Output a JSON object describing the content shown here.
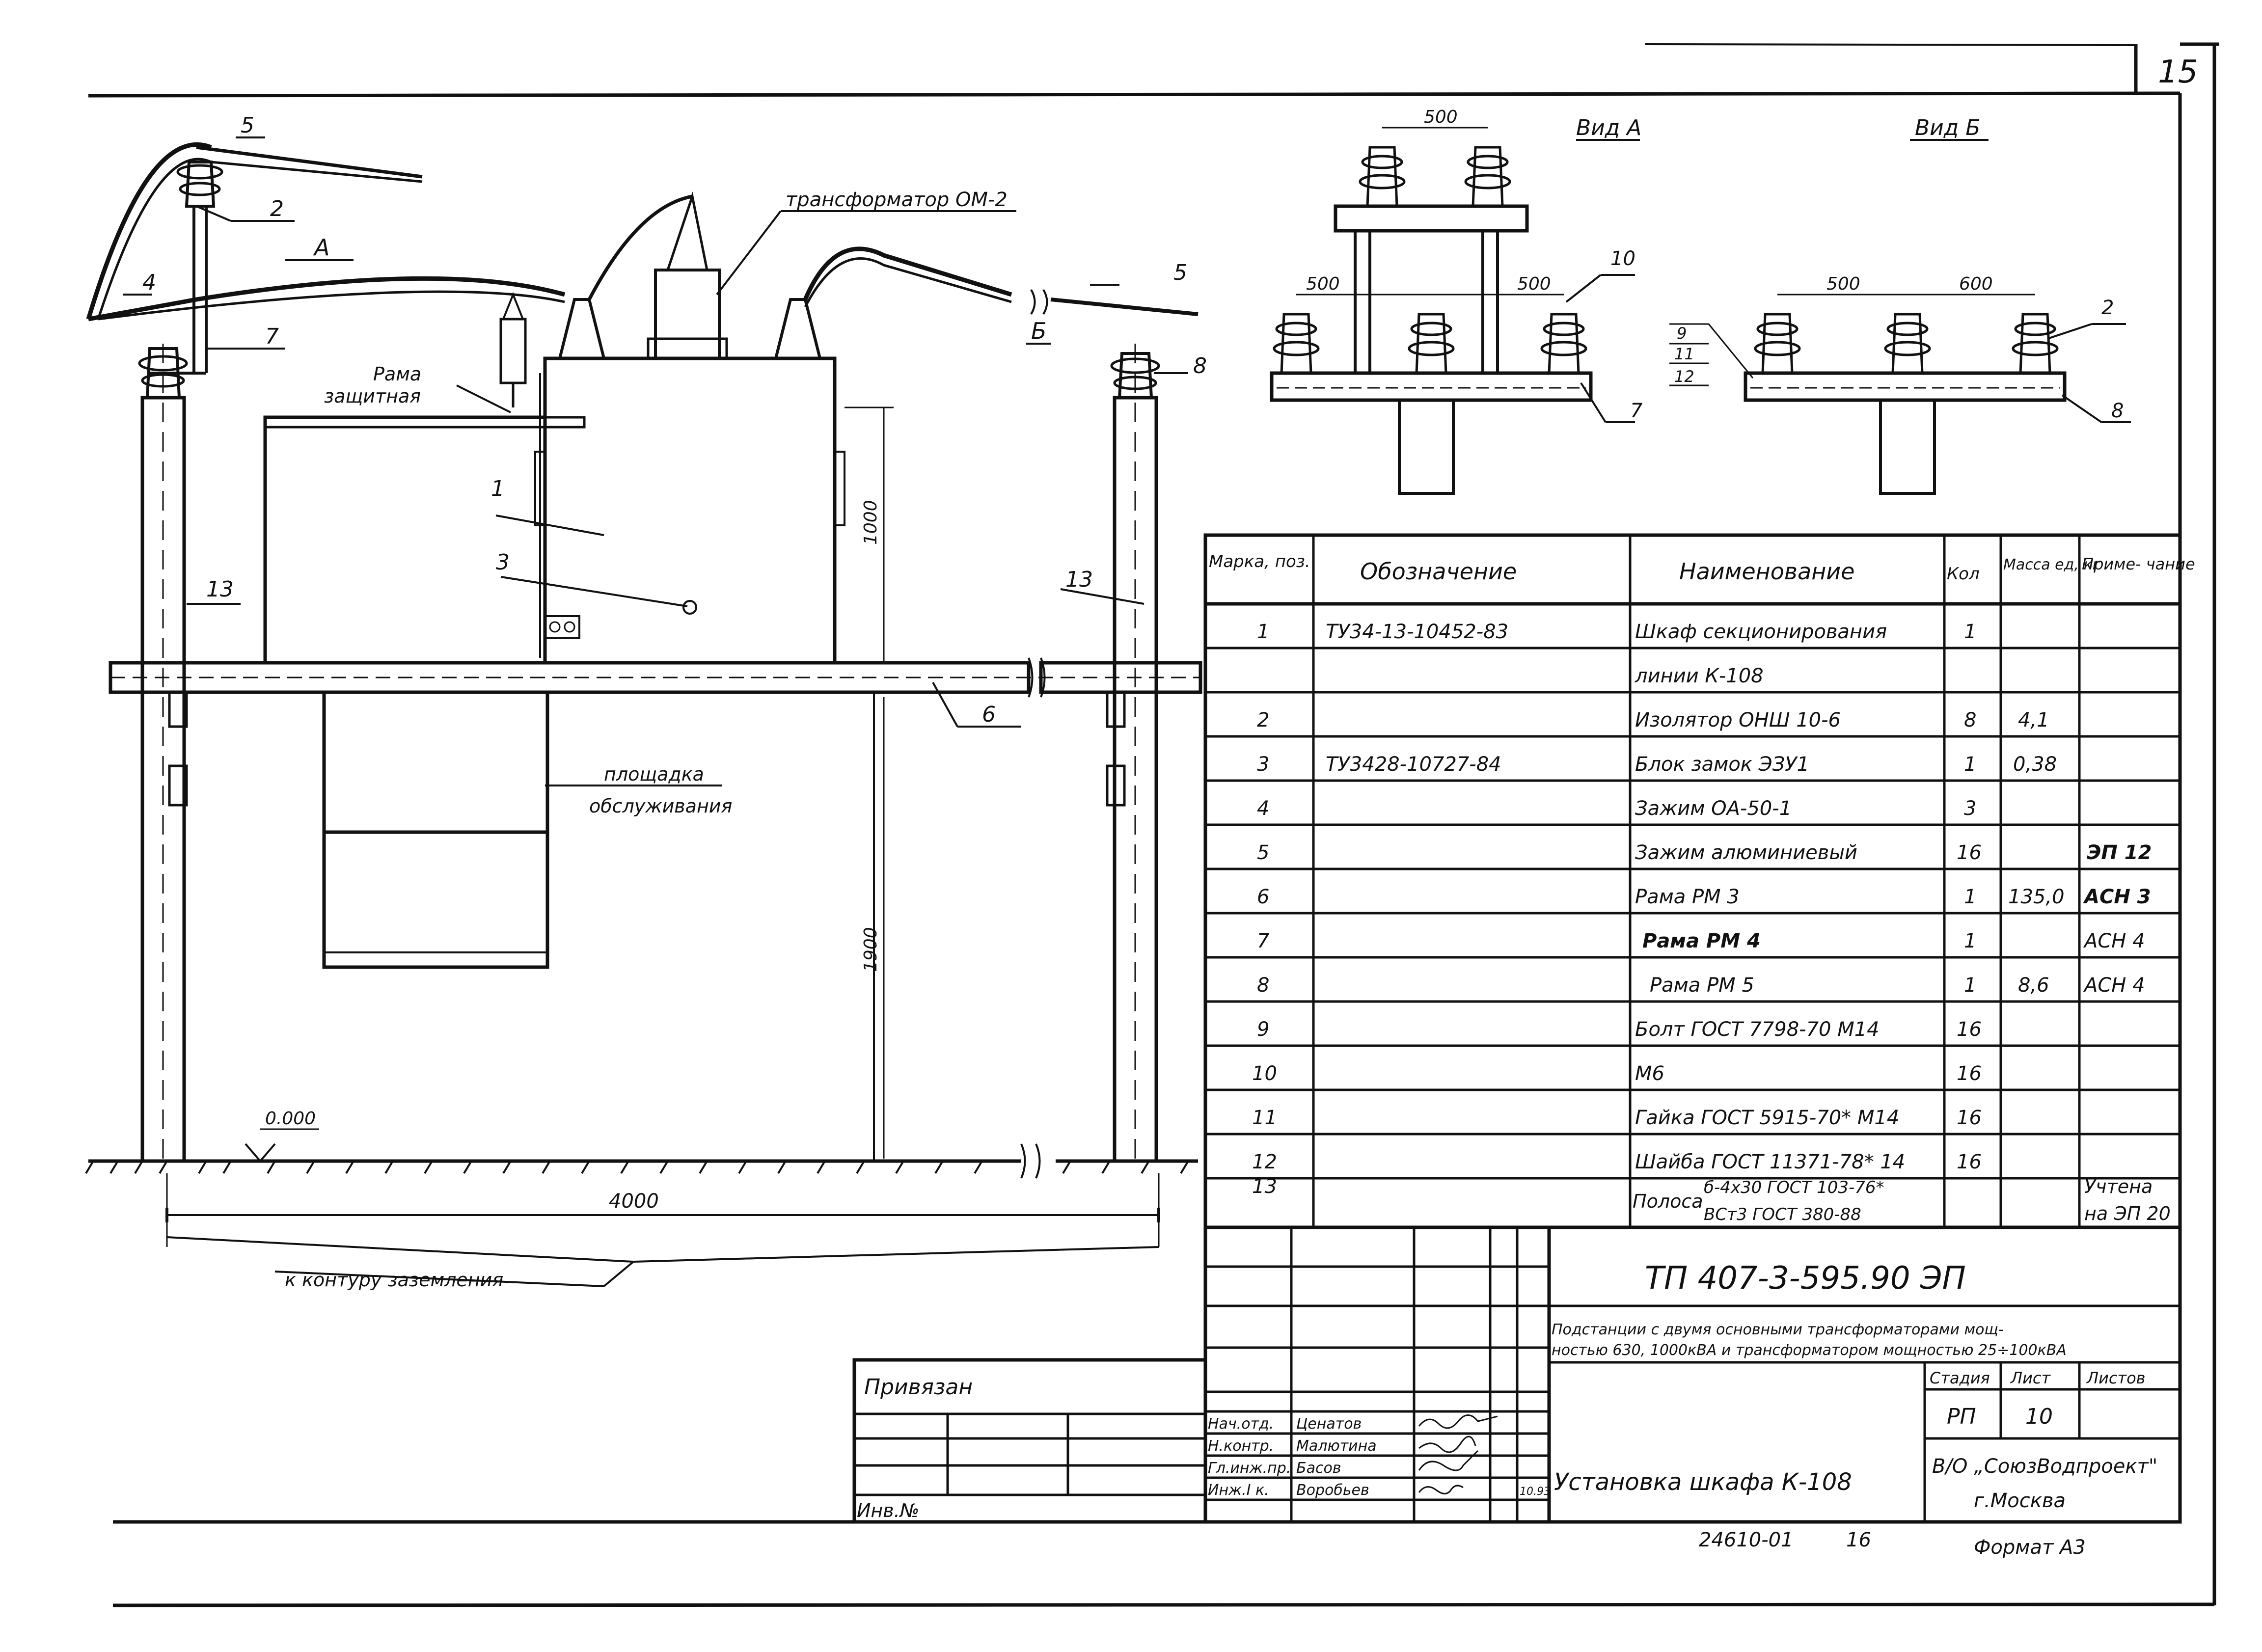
{
  "sheet": {
    "page_number": "15",
    "bottom_code": "24610-01",
    "bottom_code_2": "16",
    "format": "Формат А3",
    "binding_label": "Привязан",
    "inv_label": "Инв.№"
  },
  "drawing": {
    "view_a_label": "Вид А",
    "view_b_label": "Вид Б",
    "callout_a": "А",
    "callout_b": "Б",
    "transformer_label": "трансформатор ОМ-2",
    "frame_label_1": "Рама",
    "frame_label_2": "защитная",
    "platform_label_1": "площадка",
    "platform_label_2": "обслуживания",
    "ground_label": "к контуру заземления",
    "level_label": "0.000",
    "dim_4000": "4000",
    "dim_1000": "1000",
    "dim_1900": "1900",
    "dim_500": "500",
    "dim_600": "600",
    "pos_1": "1",
    "pos_2": "2",
    "pos_3": "3",
    "pos_4": "4",
    "pos_5": "5",
    "pos_6": "6",
    "pos_7": "7",
    "pos_8": "8",
    "pos_9": "9",
    "pos_10": "10",
    "pos_11": "11",
    "pos_12": "12",
    "pos_13": "13"
  },
  "spec_table": {
    "headers": [
      "Марка, поз.",
      "Обозначение",
      "Наименование",
      "Кол",
      "Масса ед, кг",
      "Приме- чание"
    ],
    "rows": [
      [
        "1",
        "ТУ34-13-10452-83",
        "Шкаф секционирования",
        "1",
        "",
        ""
      ],
      [
        "",
        "",
        "линии К-108",
        "",
        "",
        ""
      ],
      [
        "2",
        "",
        "Изолятор ОНШ 10-6",
        "8",
        "4,1",
        ""
      ],
      [
        "3",
        "ТУ3428-10727-84",
        "Блок замок ЭЗУ1",
        "1",
        "0,38",
        ""
      ],
      [
        "4",
        "",
        "Зажим ОА-50-1",
        "3",
        "",
        ""
      ],
      [
        "5",
        "",
        "Зажим алюминиевый",
        "16",
        "",
        "ЭП 12"
      ],
      [
        "6",
        "",
        "Рама РМ 3",
        "1",
        "135,0",
        "АСН 3"
      ],
      [
        "7",
        "",
        "Рама РМ 4",
        "1",
        "",
        "АСН 4"
      ],
      [
        "8",
        "",
        "Рама РМ 5",
        "1",
        "8,6",
        "АСН 4"
      ],
      [
        "9",
        "",
        "Болт ГОСТ 7798-70 М14",
        "16",
        "",
        ""
      ],
      [
        "10",
        "",
        "М6",
        "16",
        "",
        ""
      ],
      [
        "11",
        "",
        "Гайка ГОСТ 5915-70* М14",
        "16",
        "",
        ""
      ],
      [
        "12",
        "",
        "Шайба ГОСТ 11371-78* 14",
        "16",
        "",
        ""
      ],
      [
        "13",
        "",
        "Полоса",
        "",
        "",
        "Учтена"
      ],
      [
        "",
        "",
        "",
        "",
        "",
        "на ЭП 20"
      ]
    ],
    "strip_spec_1": "б-4х30 ГОСТ 103-76*",
    "strip_spec_2": "ВСт3 ГОСТ 380-88"
  },
  "title_block": {
    "code": "ТП 407-3-595.90   ЭП",
    "project_line_1": "Подстанции с двумя основными трансформаторами мощ-",
    "project_line_2": "ностью 630, 1000кВА и трансформатором мощностью 25÷100кВА",
    "stage_label": "Стадия",
    "sheet_label": "Лист",
    "sheets_label": "Листов",
    "stage_value": "РП",
    "sheet_value": "10",
    "sheet_name": "Установка шкафа К-108",
    "org_1": "В/О „СоюзВодпроект\"",
    "org_2": "г.Москва",
    "sig_rows": [
      {
        "role": "Нач.отд.",
        "name": "Ценатов",
        "date": ""
      },
      {
        "role": "Н.контр.",
        "name": "Малютина",
        "date": ""
      },
      {
        "role": "Гл.инж.пр.",
        "name": "Басов",
        "date": ""
      },
      {
        "role": "Инж.I к.",
        "name": "Воробьев",
        "date": "10.93"
      }
    ]
  }
}
